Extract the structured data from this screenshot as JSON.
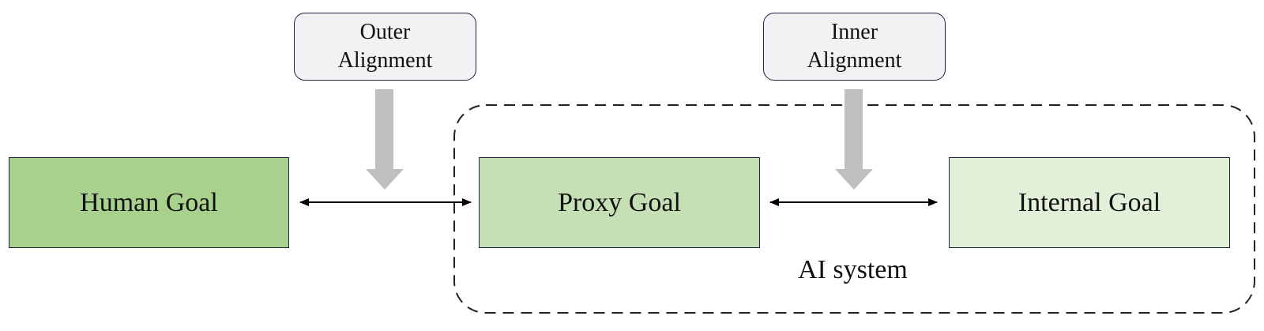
{
  "colors": {
    "human_goal_fill": "#a9d18e",
    "proxy_goal_fill": "#c5e0b4",
    "internal_goal_fill": "#e2f0d9",
    "alignment_box_fill": "#f2f2f4",
    "border": "#1a2340",
    "gray_arrow": "#bfbfbf",
    "connector": "#000000"
  },
  "alignment_labels": {
    "outer": {
      "line1": "Outer",
      "line2": "Alignment"
    },
    "inner": {
      "line1": "Inner",
      "line2": "Alignment"
    }
  },
  "goals": {
    "human": "Human Goal",
    "proxy": "Proxy Goal",
    "internal": "Internal Goal"
  },
  "system": {
    "label": "AI system"
  }
}
